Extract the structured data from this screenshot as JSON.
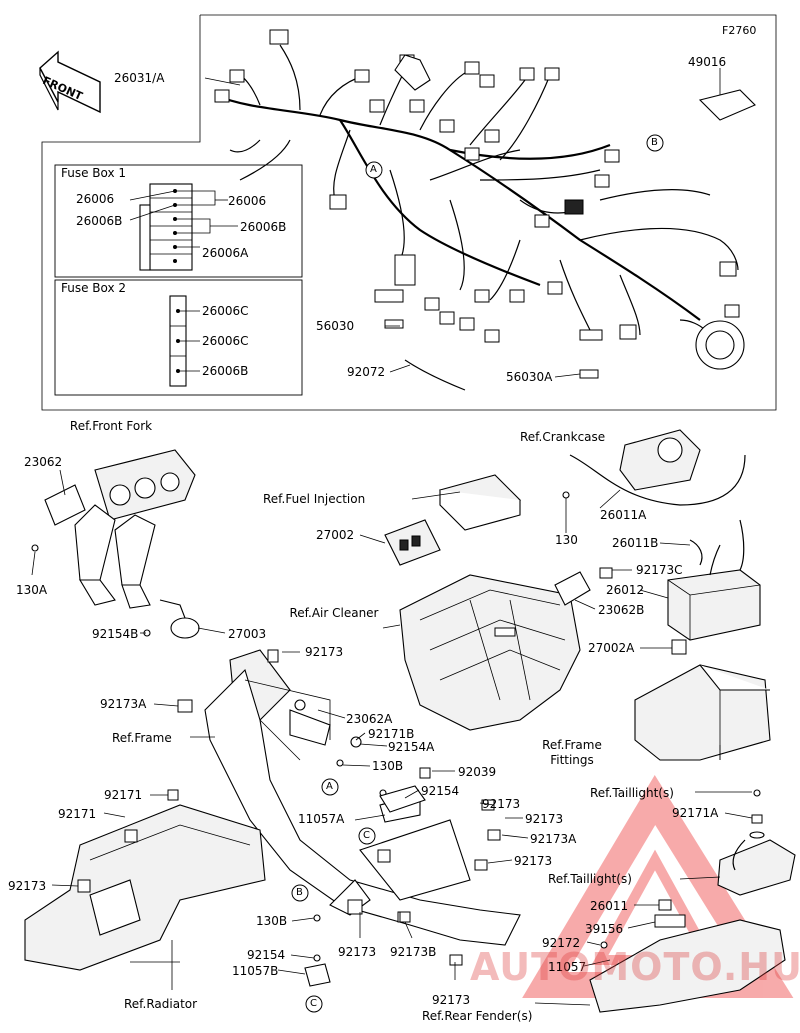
{
  "figure_code": "F2760",
  "front_label": "FRONT",
  "fuse_box_1": {
    "title": "Fuse Box 1",
    "labels": [
      "26006",
      "26006B",
      "26006",
      "26006B",
      "26006A"
    ]
  },
  "fuse_box_2": {
    "title": "Fuse Box 2",
    "labels": [
      "26006C",
      "26006C",
      "26006B"
    ]
  },
  "callouts": {
    "a": "A",
    "b": "B",
    "c": "C"
  },
  "labels": {
    "l26031a": "26031/A",
    "l49016": "49016",
    "l56030": "56030",
    "l92072": "92072",
    "l56030a": "56030A",
    "ref_front_fork": "Ref.Front Fork",
    "l23062": "23062",
    "l130a": "130A",
    "l92154b": "92154B",
    "l27003": "27003",
    "ref_fuel_injection": "Ref.Fuel Injection",
    "l27002": "27002",
    "ref_crankcase": "Ref.Crankcase",
    "l130": "130",
    "l26011a": "26011A",
    "l26011b": "26011B",
    "l92173c": "92173C",
    "l26012": "26012",
    "l23062b": "23062B",
    "ref_air_cleaner": "Ref.Air Cleaner",
    "l27002a": "27002A",
    "l92173_1": "92173",
    "l92173a": "92173A",
    "l23062a": "23062A",
    "l92171b": "92171B",
    "ref_frame": "Ref.Frame",
    "l92154a": "92154A",
    "l130b": "130B",
    "l92039": "92039",
    "ref_frame_fittings": "Ref.Frame Fittings",
    "l92154": "92154",
    "l92173_2": "92173",
    "l11057a": "11057A",
    "l92173_3": "92173",
    "l92173a_2": "92173A",
    "l92173_4": "92173",
    "l92171_1": "92171",
    "l92171_2": "92171",
    "ref_taillights_1": "Ref.Taillight(s)",
    "l92171a": "92171A",
    "ref_taillights_2": "Ref.Taillight(s)",
    "l92173_5": "92173",
    "l26011": "26011",
    "l39156": "39156",
    "l130b_2": "130B",
    "l92173_6": "92173",
    "l92173b": "92173B",
    "l92172": "92172",
    "l11057": "11057",
    "l92154_2": "92154",
    "l11057b": "11057B",
    "ref_radiator": "Ref.Radiator",
    "l92173_7": "92173",
    "ref_rear_fender": "Ref.Rear Fender(s)"
  },
  "watermark": "AUTOMOTO.HUB"
}
